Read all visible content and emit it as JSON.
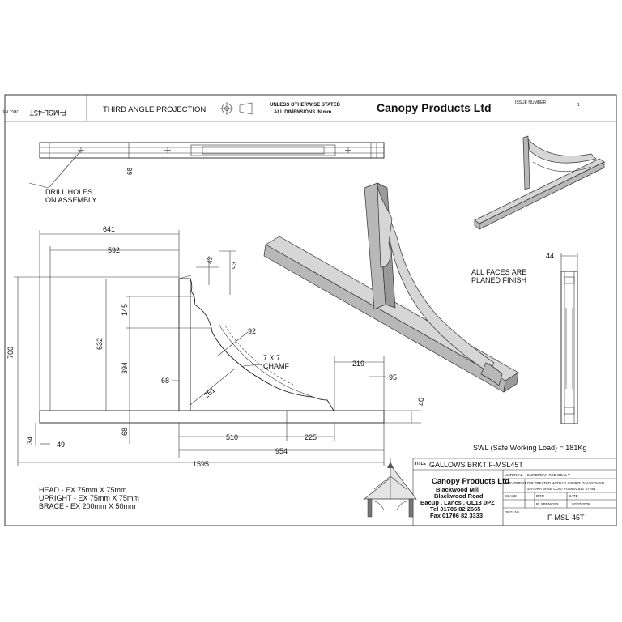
{
  "header": {
    "drawing_number_label": "DRG. No.",
    "drawing_number": "F-MSL-45T",
    "projection": "THIRD ANGLE PROJECTION",
    "note_line1": "UNLESS OTHERWISE STATED",
    "note_line2": "ALL DIMENSIONS IN mm",
    "company": "Canopy Products Ltd",
    "issue_label": "ISSUE NUMBER",
    "issue_value": "1"
  },
  "notes": {
    "drill_line1": "DRILL HOLES",
    "drill_line2": "ON ASSEMBLY",
    "faces_line1": "ALL FACES ARE",
    "faces_line2": "PLANED FINISH",
    "chamfer_line1": "7 X 7",
    "chamfer_line2": "CHAMF",
    "swl": "SWL (Safe Working Load) = 181Kg"
  },
  "dimensions": {
    "top_view_height": "68",
    "d641": "641",
    "d592": "592",
    "d43": "43",
    "d93": "93",
    "d145": "145",
    "d92": "92",
    "d700": "700",
    "d632": "632",
    "d394": "394",
    "d68a": "68",
    "d68b": "68",
    "d251": "251",
    "d219": "219",
    "d95": "95",
    "d40": "40",
    "d34": "34",
    "d49": "49",
    "d510": "510",
    "d225": "225",
    "d954": "954",
    "d1595": "1595",
    "d44": "44"
  },
  "materials": {
    "head": "HEAD - EX 75mm X 75mm",
    "upright": "UPRIGHT - EX 75mm X 75mm",
    "brace": "BRACE - EX 200mm X 50mm"
  },
  "title_block": {
    "title_label": "TITLE",
    "title": "GALLOWS BRKT F-MSL45T",
    "company": "Canopy Products Ltd",
    "address1": "Blackwood Mill",
    "address2": "Blackwood Road",
    "address3": "Bacup , Lancs , OL13 0PZ",
    "tel": "Tel 01706 82 2665",
    "fax": "Fax 01706 82 3333",
    "material_label": "MATERIAL",
    "material_value": "EUROPEAN RED DEAL V",
    "treatment_label": "TREATMENT",
    "treatment_line1": "DIP TREATED WITH GLASURIT GLASSOHYD",
    "treatment_line2": "SATURA BASE COAT FUNGICIDE STAIN",
    "scale_label": "SCALE",
    "drn_label": "DRN",
    "drn_value": "R. SPENCER",
    "date_label": "DATE",
    "date_value": "02/07/2008",
    "drg_label": "DRG. No.",
    "drg_value": "F-MSL-45T"
  }
}
